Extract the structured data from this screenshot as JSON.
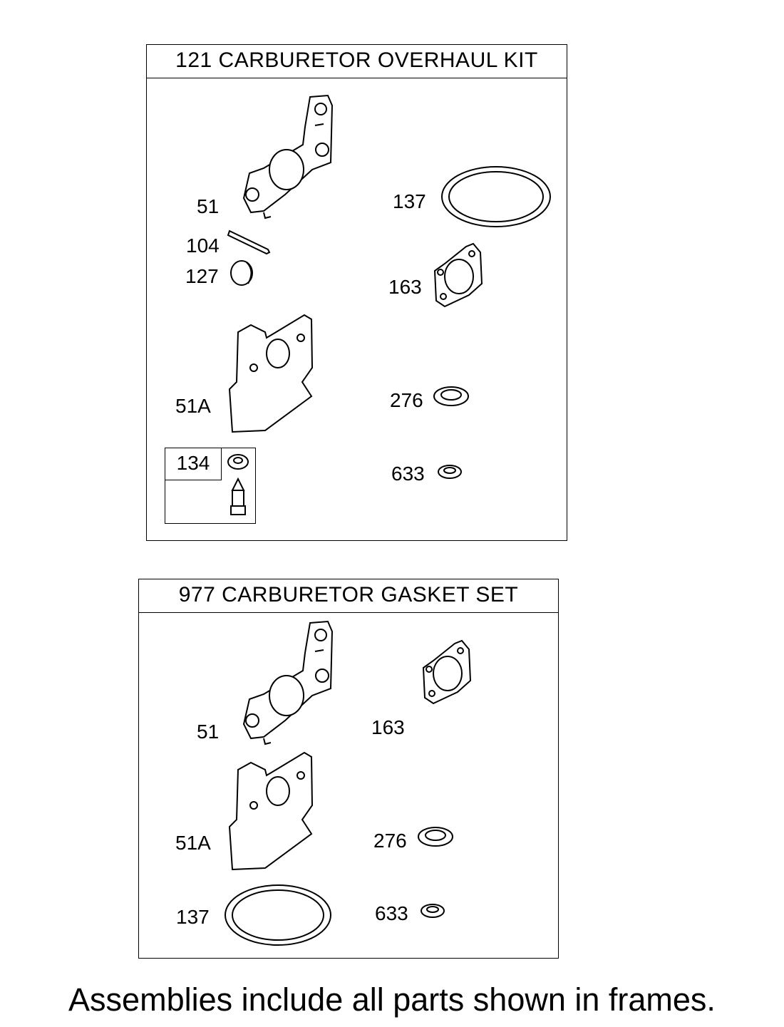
{
  "kit_121": {
    "title": "121 CARBURETOR OVERHAUL KIT",
    "labels": {
      "p51": "51",
      "p104": "104",
      "p127": "127",
      "p51a": "51A",
      "p134": "134",
      "p137": "137",
      "p163": "163",
      "p276": "276",
      "p633": "633"
    }
  },
  "kit_977": {
    "title": "977 CARBURETOR GASKET SET",
    "labels": {
      "p51": "51",
      "p51a": "51A",
      "p137": "137",
      "p163": "163",
      "p276": "276",
      "p633": "633"
    }
  },
  "footnote": "Assemblies include all parts shown in frames."
}
